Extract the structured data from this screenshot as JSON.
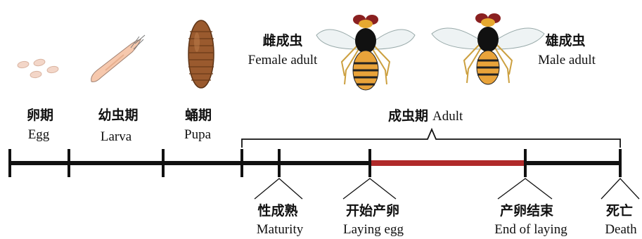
{
  "colors": {
    "timeline": "#111111",
    "laying_period": "#b02a2a",
    "egg_fill": "#f3d6c8",
    "larva_fill": "#f6c8ad",
    "pupa_fill": "#9a5a2e",
    "fly_abdomen": "#e9a33a",
    "fly_thorax": "#111111",
    "fly_eye": "#8a2020",
    "fly_wing": "#eef3f4"
  },
  "stages": {
    "egg": {
      "zh": "卵期",
      "en": "Egg",
      "icon": "egg-cluster-icon"
    },
    "larva": {
      "zh": "幼虫期",
      "en": "Larva",
      "icon": "larva-icon"
    },
    "pupa": {
      "zh": "蛹期",
      "en": "Pupa",
      "icon": "pupa-icon"
    },
    "adult": {
      "zh": "成虫期",
      "en": "Adult"
    }
  },
  "adults": {
    "female": {
      "zh": "雌成虫",
      "en": "Female adult",
      "icon": "female-fly-icon"
    },
    "male": {
      "zh": "雄成虫",
      "en": "Male adult",
      "icon": "male-fly-icon"
    }
  },
  "events": {
    "maturity": {
      "zh": "性成熟",
      "en": "Maturity"
    },
    "laying_start": {
      "zh": "开始产卵",
      "en": "Laying egg"
    },
    "laying_end": {
      "zh": "产卵结束",
      "en": "End of laying"
    },
    "death": {
      "zh": "死亡",
      "en": "Death"
    }
  }
}
